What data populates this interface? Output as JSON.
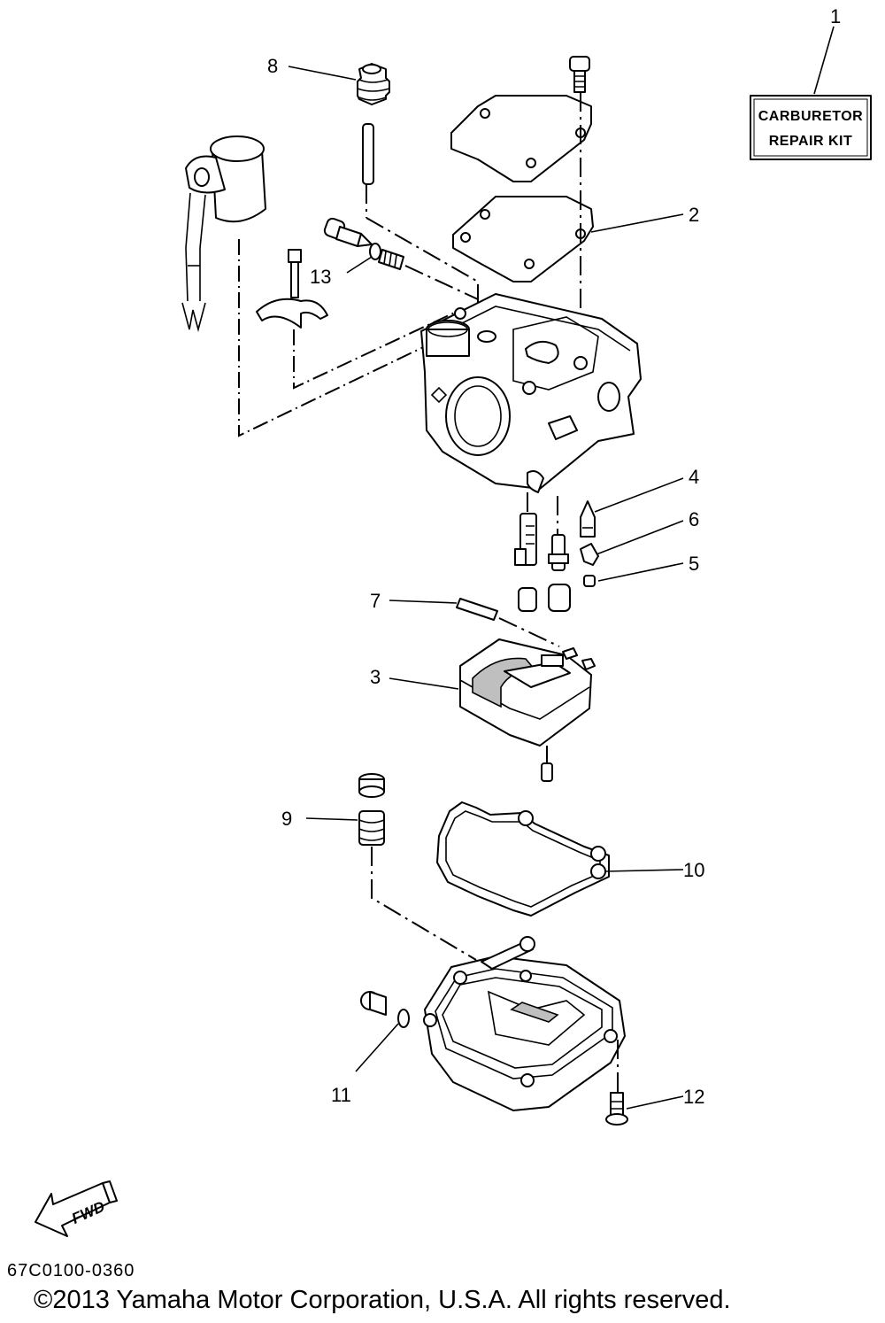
{
  "callouts": {
    "c1": "1",
    "c2": "2",
    "c3": "3",
    "c4": "4",
    "c5": "5",
    "c6": "6",
    "c7": "7",
    "c8": "8",
    "c9": "9",
    "c10": "10",
    "c11": "11",
    "c12": "12",
    "c13": "13"
  },
  "kit_label": {
    "line1": "CARBURETOR",
    "line2": "REPAIR KIT"
  },
  "fwd_label": "FWD",
  "drawing_code": "67C0100-0360",
  "copyright": "©2013 Yamaha Motor Corporation, U.S.A. All rights reserved."
}
